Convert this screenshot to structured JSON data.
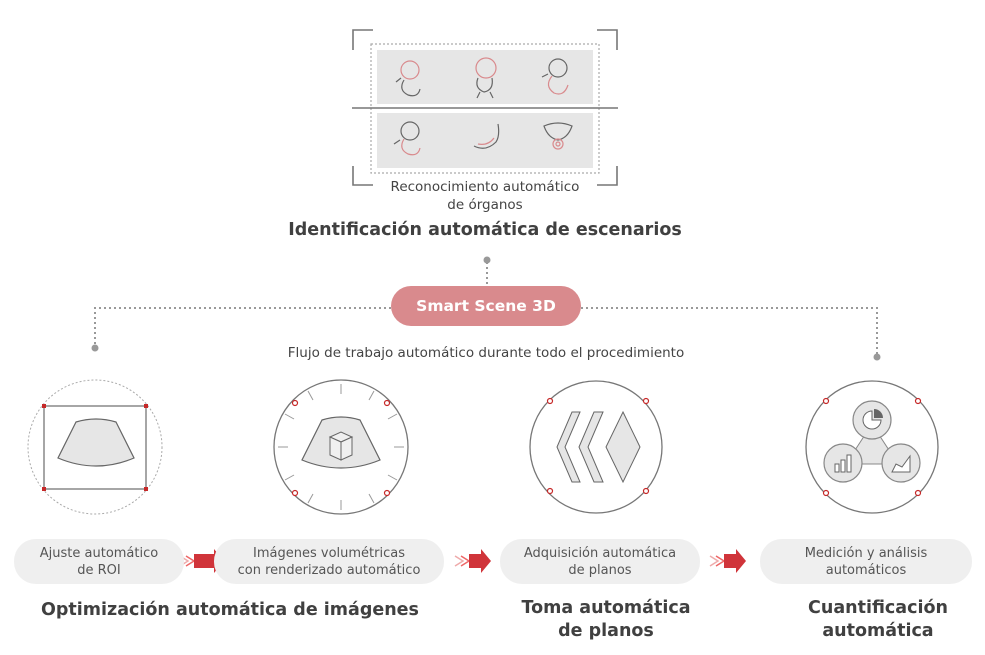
{
  "header": {
    "organ_caption_line1": "Reconocimiento automático",
    "organ_caption_line2": "de órganos",
    "title": "Identificación automática de escenarios"
  },
  "hub": {
    "label": "Smart Scene 3D"
  },
  "workflow": {
    "caption": "Flujo de trabajo automático durante todo el procedimiento"
  },
  "steps": [
    {
      "pill_line1": "Ajuste automático",
      "pill_line2": "de ROI"
    },
    {
      "pill_line1": "Imágenes volumétricas",
      "pill_line2": "con renderizado automático"
    },
    {
      "pill_line1": "Adquisición automática",
      "pill_line2": "de planos"
    },
    {
      "pill_line1": "Medición y análisis",
      "pill_line2": "automáticos"
    }
  ],
  "groups": [
    {
      "title": "Optimización automática de imágenes"
    },
    {
      "title_line1": "Toma automática",
      "title_line2": "de planos"
    },
    {
      "title_line1": "Cuantificación",
      "title_line2": "automática"
    }
  ],
  "colors": {
    "accent": "#d98a8d",
    "marker": "#c62828",
    "arrow": "#d0343a",
    "line": "#999999",
    "panel": "#e6e6e6"
  },
  "icons": [
    "fetus-head-icon",
    "fetus-face-icon",
    "fetus-profile-icon",
    "fetus-body-icon",
    "placenta-icon",
    "pelvis-icon",
    "roi-fan-icon",
    "volume-cube-icon",
    "planes-icon",
    "analysis-chart-icon",
    "arrow-right-icon"
  ]
}
